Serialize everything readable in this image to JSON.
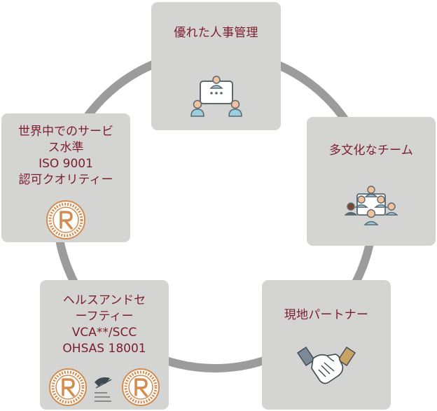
{
  "diagram": {
    "ring_color": "#9c9c9c",
    "box_color": "#d4d4d2",
    "title_color": "#7c1d2e",
    "seal_color": "#d38b4e",
    "nodes": [
      {
        "id": "hr",
        "title": "優れた人事管理",
        "icon": "meeting-icon"
      },
      {
        "id": "team",
        "title": "多文化なチーム",
        "icon": "team-icon"
      },
      {
        "id": "partner",
        "title": "現地パートナー",
        "icon": "handshake-icon"
      },
      {
        "id": "safety",
        "lines": [
          "ヘルスアンドセ",
          "ーフティー",
          "VCA**/SCC",
          "OHSAS 18001"
        ],
        "icon": "certification-seals"
      },
      {
        "id": "quality",
        "lines": [
          "世界中でのサービ",
          "ス水準",
          "ISO 9001",
          "認可クオリティー"
        ],
        "icon": "certification-seal"
      }
    ]
  }
}
